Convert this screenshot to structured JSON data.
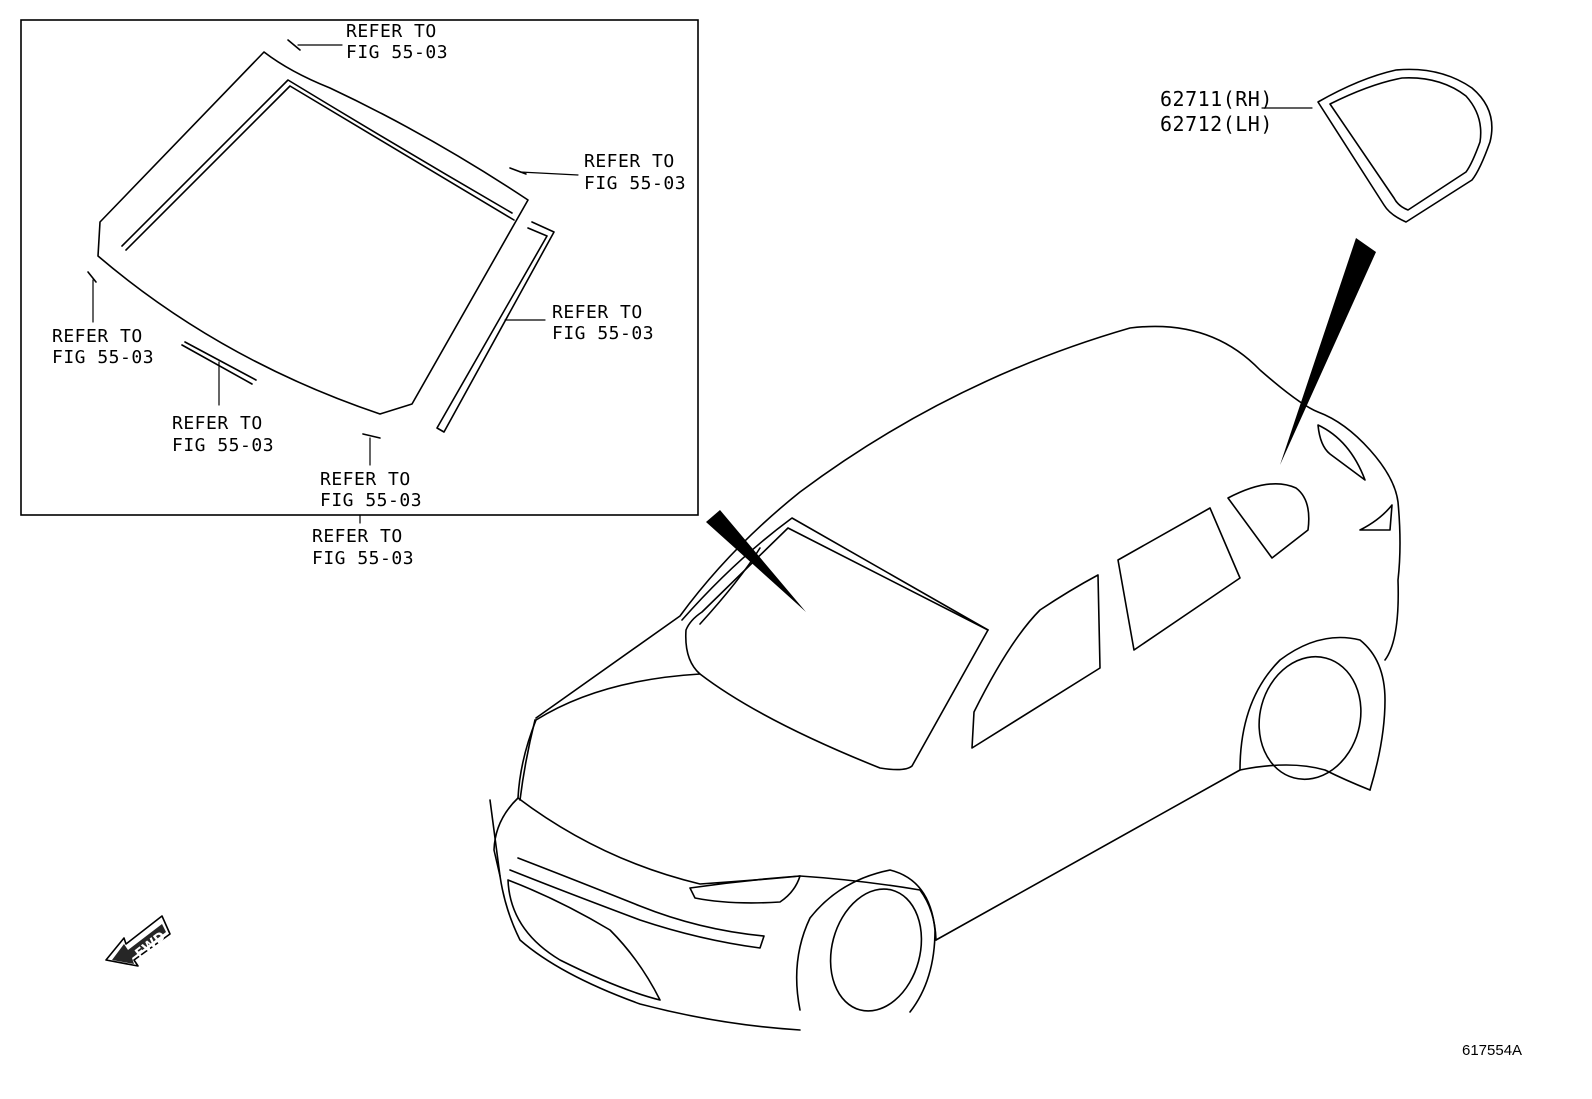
{
  "callouts": {
    "refer_line1": "REFER TO",
    "refer_line2": "FIG 55-03"
  },
  "part_number_rh": "62711(RH)",
  "part_number_lh": "62712(LH)",
  "fwd_label": "FWD",
  "illustration_code": "617554A"
}
